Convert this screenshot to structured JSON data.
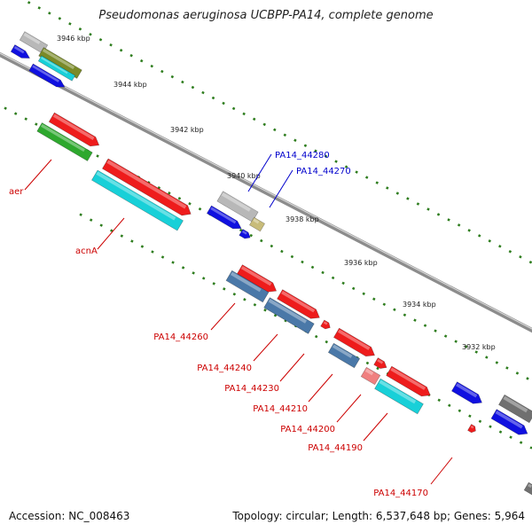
{
  "title": "Pseudomonas aeruginosa UCBPP-PA14, complete genome",
  "accession_text": "Accession: NC_008463",
  "summary_text": "Topology: circular; Length: 6,537,648 bp; Genes: 5,964",
  "colors": {
    "backbone": "#8c8c8c",
    "tick_dot": "#2e7d1e",
    "label_red": "#cc0000",
    "label_blue": "#0000cc",
    "red": "#ee1c1c",
    "blue": "#1010e0",
    "cyan": "#18d0d8",
    "green": "#2ea82e",
    "olive": "#7a8a28",
    "gray": "#b8b8b8",
    "steel": "#4a78a8",
    "khaki": "#c8bc7a",
    "pink": "#f08080",
    "darkgray": "#707070"
  },
  "ticks": [
    {
      "label": "3946 kbp"
    },
    {
      "label": "3944 kbp"
    },
    {
      "label": "3942 kbp"
    },
    {
      "label": "3940 kbp"
    },
    {
      "label": "3938 kbp"
    },
    {
      "label": "3936 kbp"
    },
    {
      "label": "3934 kbp"
    },
    {
      "label": "3932 kbp"
    }
  ],
  "gene_labels": [
    {
      "text": "aer",
      "color": "red"
    },
    {
      "text": "acnA",
      "color": "red"
    },
    {
      "text": "PA14_44280",
      "color": "blue"
    },
    {
      "text": "PA14_44270",
      "color": "blue"
    },
    {
      "text": "PA14_44260",
      "color": "red"
    },
    {
      "text": "PA14_44240",
      "color": "red"
    },
    {
      "text": "PA14_44230",
      "color": "red"
    },
    {
      "text": "PA14_44210",
      "color": "red"
    },
    {
      "text": "PA14_44200",
      "color": "red"
    },
    {
      "text": "PA14_44190",
      "color": "red"
    },
    {
      "text": "PA14_44170",
      "color": "red"
    }
  ]
}
